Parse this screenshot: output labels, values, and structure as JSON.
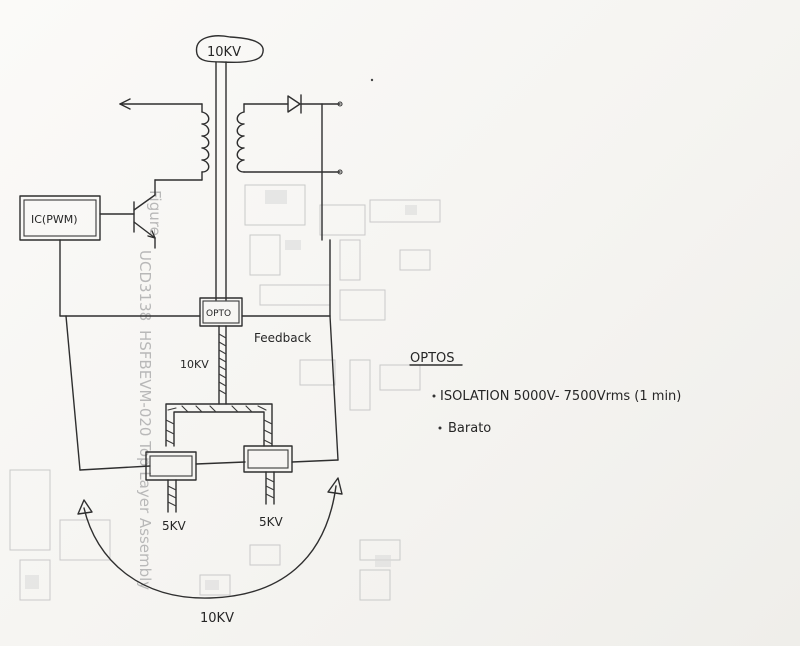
{
  "diagram": {
    "top_label": "10KV",
    "ic_label": "IC(PWM)",
    "opto_label": "OPTO",
    "feedback_label": "Feedback",
    "opto_stem_label": "10KV",
    "left_output_label": "5KV",
    "right_output_label": "5KV",
    "bottom_label": "10KV"
  },
  "notes": {
    "heading": "OPTOS",
    "items": [
      "ISOLATION 5000V- 7500Vrms (1 min)",
      "Barato"
    ]
  }
}
